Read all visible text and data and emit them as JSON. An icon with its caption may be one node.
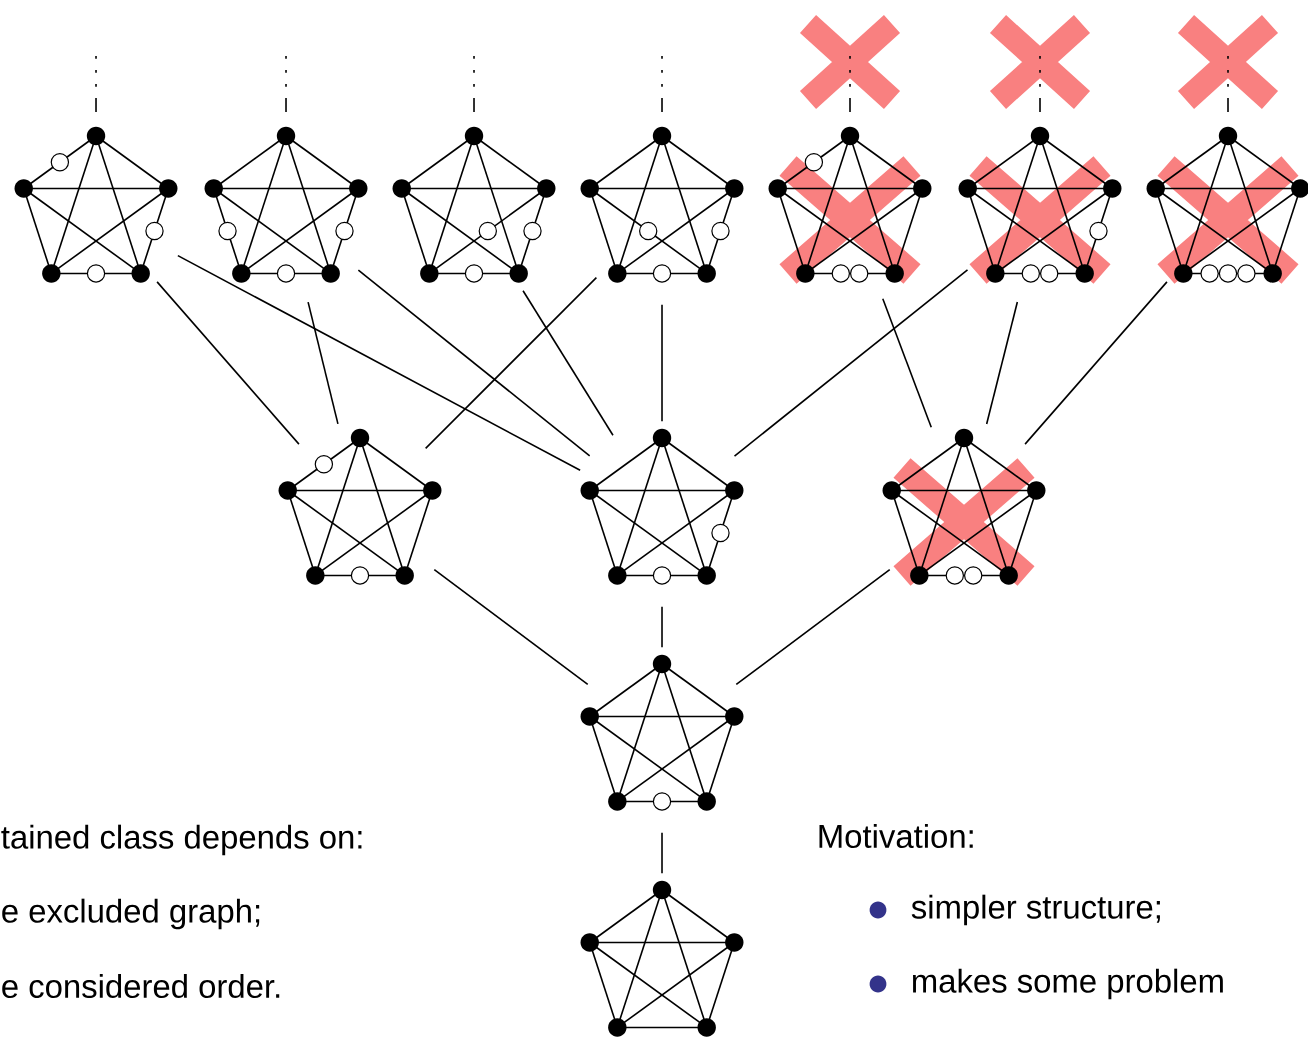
{
  "diagram": {
    "nodes": [
      {
        "text": [],
        "shape": "picture"
      },
      {
        "text": [],
        "shape": "picture"
      },
      {
        "text": [],
        "shape": "picture"
      },
      {
        "text": [],
        "shape": "picture"
      },
      {
        "text": [],
        "shape": "picture"
      },
      {
        "text": [],
        "shape": "picture"
      },
      {
        "text": [],
        "shape": "picture"
      },
      {
        "text": [],
        "shape": "picture"
      },
      {
        "text": [],
        "shape": "picture"
      },
      {
        "text": [],
        "shape": "picture"
      },
      {
        "text": [],
        "shape": "picture"
      },
      {
        "text": [],
        "shape": "picture"
      }
    ],
    "edges": [
      {
        "from": null,
        "to": 0,
        "arrow": "none",
        "style": "dashed"
      },
      {
        "from": null,
        "to": 1,
        "arrow": "none",
        "style": "dashed"
      },
      {
        "from": null,
        "to": 2,
        "arrow": "none",
        "style": "dashed"
      },
      {
        "from": null,
        "to": 3,
        "arrow": "none",
        "style": "dashed"
      },
      {
        "from": null,
        "to": 4,
        "arrow": "none",
        "style": "dashed"
      },
      {
        "from": null,
        "to": 5,
        "arrow": "none",
        "style": "dashed"
      },
      {
        "from": null,
        "to": 6,
        "arrow": "none",
        "style": "dashed"
      },
      {
        "from": 0,
        "to": 7,
        "arrow": "none"
      },
      {
        "from": 0,
        "to": 8,
        "arrow": "none"
      },
      {
        "from": 1,
        "to": 7,
        "arrow": "none"
      },
      {
        "from": 1,
        "to": 8,
        "arrow": "none"
      },
      {
        "from": 2,
        "to": 8,
        "arrow": "none"
      },
      {
        "from": 3,
        "to": 7,
        "arrow": "none"
      },
      {
        "from": 3,
        "to": 8,
        "arrow": "none"
      },
      {
        "from": 4,
        "to": 9,
        "arrow": "none"
      },
      {
        "from": 5,
        "to": 8,
        "arrow": "none"
      },
      {
        "from": 5,
        "to": 9,
        "arrow": "none"
      },
      {
        "from": 6,
        "to": 9,
        "arrow": "none"
      },
      {
        "from": 7,
        "to": 10,
        "arrow": "none"
      },
      {
        "from": 8,
        "to": 10,
        "arrow": "none"
      },
      {
        "from": 9,
        "to": 10,
        "arrow": "none"
      },
      {
        "from": 10,
        "to": 11,
        "arrow": "none"
      }
    ],
    "labels": [
      "tained class depends on:",
      "e excluded graph;",
      "e considered order.",
      "Motivation:",
      "simpler structure;",
      "makes some problem"
    ]
  }
}
